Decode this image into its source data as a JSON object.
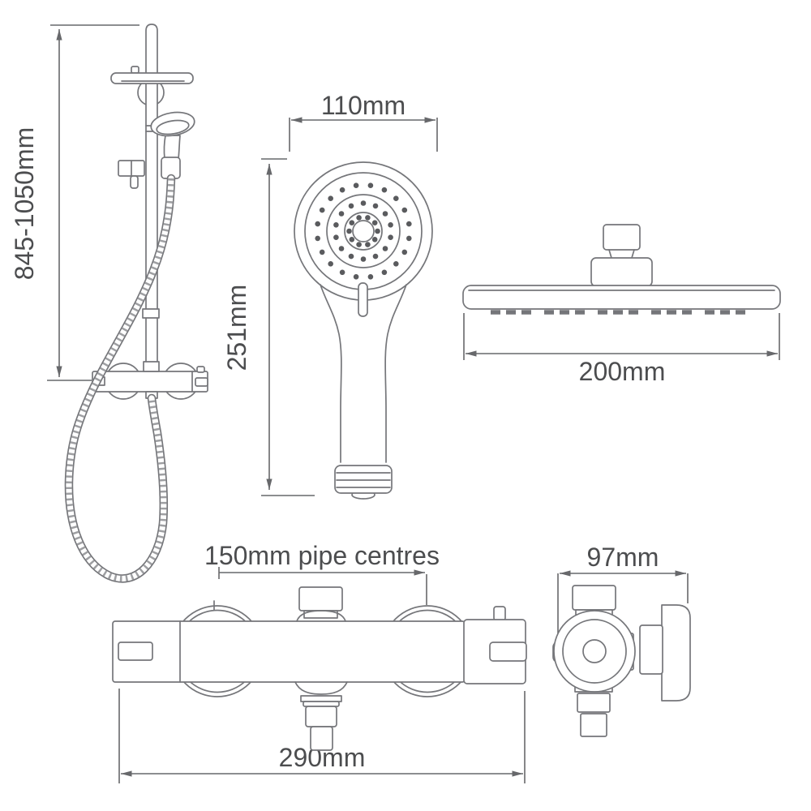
{
  "colors": {
    "background": "#ffffff",
    "line": "#75767a",
    "dimension": "#67686b",
    "text": "#4c4d4f",
    "spray_dot": "#5a5b5e"
  },
  "views": {
    "riser_rail": {
      "height_label": "845-1050mm"
    },
    "handset": {
      "width_label": "110mm",
      "height_label": "251mm"
    },
    "overhead": {
      "width_label": "200mm"
    },
    "valve_front": {
      "pipe_centres_label": "150mm pipe centres",
      "width_label": "290mm"
    },
    "valve_side": {
      "depth_label": "97mm"
    }
  }
}
